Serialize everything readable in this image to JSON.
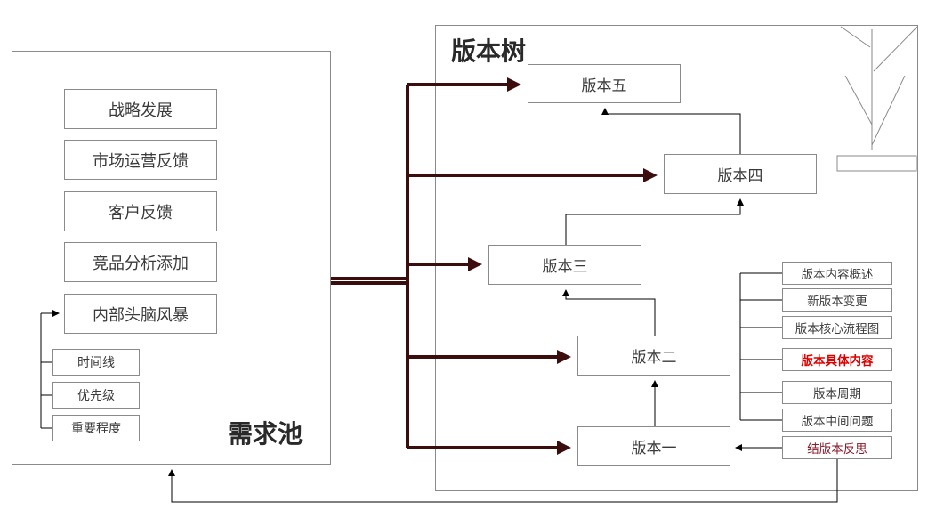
{
  "pool": {
    "title": "需求池",
    "items": [
      "战略发展",
      "市场运营反馈",
      "客户反馈",
      "竞品分析添加",
      "内部头脑风暴"
    ],
    "attributes": [
      "时间线",
      "优先级",
      "重要程度"
    ]
  },
  "tree": {
    "title": "版本树",
    "versions": {
      "v5": "版本五",
      "v4": "版本四",
      "v3": "版本三",
      "v2": "版本二",
      "v1": "版本一"
    },
    "details": [
      {
        "label": "版本内容概述"
      },
      {
        "label": "新版本变更"
      },
      {
        "label": "版本核心流程图"
      },
      {
        "label": "版本具体内容",
        "color": "#e00000",
        "bold": true
      },
      {
        "label": "版本周期"
      },
      {
        "label": "版本中间问题"
      },
      {
        "label": "结版本反思",
        "color": "#8b1a2b"
      }
    ]
  },
  "colors": {
    "main_arrow": "#3b0d0d",
    "connector": "#000000",
    "border": "#8a8a8a",
    "highlight": "#e00000",
    "reflection": "#8b1a2b"
  },
  "icons": [
    "tree-sketch-icon"
  ]
}
